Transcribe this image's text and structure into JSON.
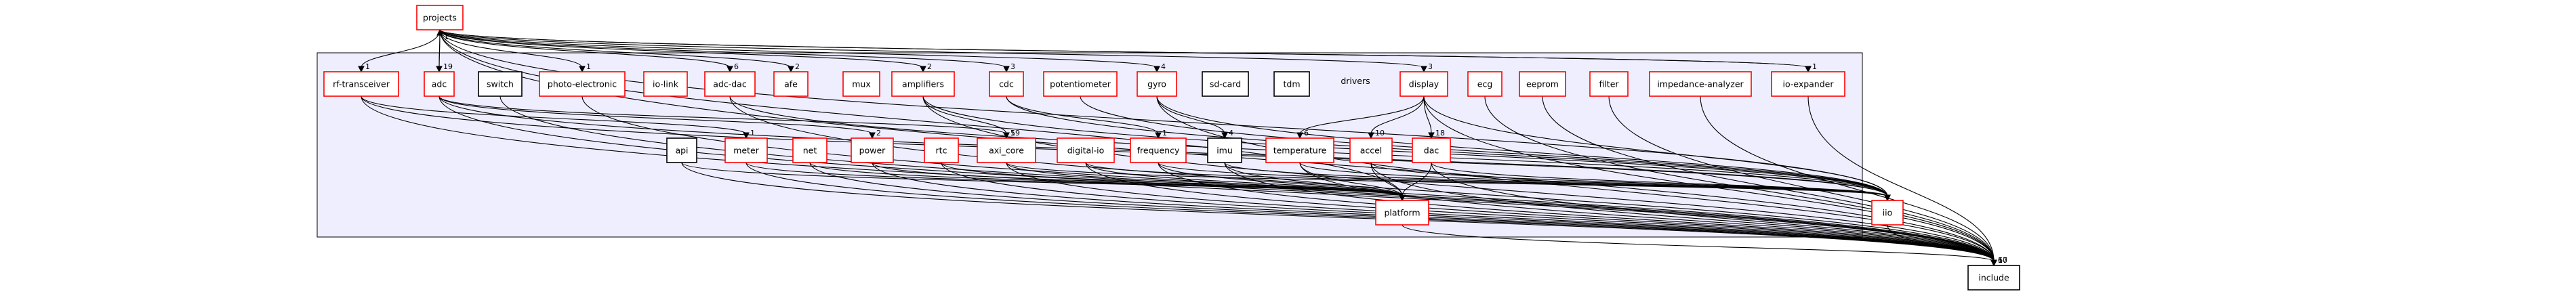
{
  "colors": {
    "background": "#ffffff",
    "cluster_fill": "#eeeeff",
    "node_fill": "#ffffff",
    "node_border_red": "#ff0000",
    "node_border_black": "#000000",
    "cluster_label_drivers": "#000000",
    "edge": "#000000"
  },
  "cluster": {
    "label": "drivers"
  },
  "nodes": [
    {
      "id": "projects",
      "label": "projects",
      "border": "red"
    },
    {
      "id": "rf-transceiver",
      "label": "rf-transceiver",
      "border": "red"
    },
    {
      "id": "adc",
      "label": "adc",
      "border": "red"
    },
    {
      "id": "switch",
      "label": "switch",
      "border": "black"
    },
    {
      "id": "photo-electronic",
      "label": "photo-electronic",
      "border": "red"
    },
    {
      "id": "io-link",
      "label": "io-link",
      "border": "red"
    },
    {
      "id": "adc-dac",
      "label": "adc-dac",
      "border": "red"
    },
    {
      "id": "afe",
      "label": "afe",
      "border": "red"
    },
    {
      "id": "mux",
      "label": "mux",
      "border": "red"
    },
    {
      "id": "amplifiers",
      "label": "amplifiers",
      "border": "red"
    },
    {
      "id": "cdc",
      "label": "cdc",
      "border": "red"
    },
    {
      "id": "potentiometer",
      "label": "potentiometer",
      "border": "red"
    },
    {
      "id": "gyro",
      "label": "gyro",
      "border": "red"
    },
    {
      "id": "sd-card",
      "label": "sd-card",
      "border": "black"
    },
    {
      "id": "tdm",
      "label": "tdm",
      "border": "black"
    },
    {
      "id": "display",
      "label": "display",
      "border": "red"
    },
    {
      "id": "ecg",
      "label": "ecg",
      "border": "red"
    },
    {
      "id": "eeprom",
      "label": "eeprom",
      "border": "red"
    },
    {
      "id": "filter",
      "label": "filter",
      "border": "red"
    },
    {
      "id": "impedance-analyzer",
      "label": "impedance-analyzer",
      "border": "red"
    },
    {
      "id": "io-expander",
      "label": "io-expander",
      "border": "red"
    },
    {
      "id": "api",
      "label": "api",
      "border": "black"
    },
    {
      "id": "meter",
      "label": "meter",
      "border": "red"
    },
    {
      "id": "net",
      "label": "net",
      "border": "red"
    },
    {
      "id": "power",
      "label": "power",
      "border": "red"
    },
    {
      "id": "rtc",
      "label": "rtc",
      "border": "red"
    },
    {
      "id": "axi_core",
      "label": "axi_core",
      "border": "red"
    },
    {
      "id": "digital-io",
      "label": "digital-io",
      "border": "red"
    },
    {
      "id": "frequency",
      "label": "frequency",
      "border": "red"
    },
    {
      "id": "imu",
      "label": "imu",
      "border": "black"
    },
    {
      "id": "temperature",
      "label": "temperature",
      "border": "red"
    },
    {
      "id": "accel",
      "label": "accel",
      "border": "red"
    },
    {
      "id": "dac",
      "label": "dac",
      "border": "red"
    },
    {
      "id": "platform",
      "label": "platform",
      "border": "red"
    },
    {
      "id": "iio",
      "label": "iio",
      "border": "red"
    },
    {
      "id": "include",
      "label": "include",
      "border": "black"
    }
  ],
  "edges": [
    {
      "from": "projects",
      "to": "rf-transceiver",
      "count": "1"
    },
    {
      "from": "projects",
      "to": "adc",
      "count": "19"
    },
    {
      "from": "adc",
      "to": "projects",
      "count": "1"
    },
    {
      "from": "projects",
      "to": "photo-electronic",
      "count": "1"
    },
    {
      "from": "projects",
      "to": "adc-dac",
      "count": "6"
    },
    {
      "from": "projects",
      "to": "afe",
      "count": "2"
    },
    {
      "from": "projects",
      "to": "amplifiers",
      "count": "2"
    },
    {
      "from": "projects",
      "to": "cdc",
      "count": "3"
    },
    {
      "from": "projects",
      "to": "gyro",
      "count": "4"
    },
    {
      "from": "projects",
      "to": "display",
      "count": "3"
    },
    {
      "from": "projects",
      "to": "io-expander",
      "count": "1"
    },
    {
      "from": "projects",
      "to": "platform",
      "count": ""
    },
    {
      "from": "projects",
      "to": "iio",
      "count": ""
    },
    {
      "from": "projects",
      "to": "include",
      "count": ""
    },
    {
      "from": "rf-transceiver",
      "to": "meter",
      "count": "1"
    },
    {
      "from": "adc",
      "to": "axi_core",
      "count": "19"
    },
    {
      "from": "adc",
      "to": "power",
      "count": "2"
    },
    {
      "from": "amplifiers",
      "to": "axi_core",
      "count": "5"
    },
    {
      "from": "cdc",
      "to": "frequency",
      "count": "1"
    },
    {
      "from": "gyro",
      "to": "imu",
      "count": "4"
    },
    {
      "from": "display",
      "to": "temperature",
      "count": "6"
    },
    {
      "from": "display",
      "to": "accel",
      "count": "10"
    },
    {
      "from": "display",
      "to": "dac",
      "count": "18"
    },
    {
      "from": "api",
      "to": "platform",
      "count": ""
    },
    {
      "from": "meter",
      "to": "platform",
      "count": ""
    },
    {
      "from": "net",
      "to": "platform",
      "count": ""
    },
    {
      "from": "power",
      "to": "platform",
      "count": ""
    },
    {
      "from": "rtc",
      "to": "platform",
      "count": ""
    },
    {
      "from": "axi_core",
      "to": "platform",
      "count": ""
    },
    {
      "from": "digital-io",
      "to": "platform",
      "count": ""
    },
    {
      "from": "frequency",
      "to": "platform",
      "count": ""
    },
    {
      "from": "imu",
      "to": "platform",
      "count": ""
    },
    {
      "from": "temperature",
      "to": "platform",
      "count": ""
    },
    {
      "from": "accel",
      "to": "platform",
      "count": ""
    },
    {
      "from": "dac",
      "to": "platform",
      "count": ""
    },
    {
      "from": "temperature",
      "to": "iio",
      "count": ""
    },
    {
      "from": "accel",
      "to": "iio",
      "count": ""
    },
    {
      "from": "dac",
      "to": "iio",
      "count": ""
    },
    {
      "from": "imu",
      "to": "iio",
      "count": ""
    },
    {
      "from": "frequency",
      "to": "iio",
      "count": ""
    },
    {
      "from": "digital-io",
      "to": "iio",
      "count": ""
    },
    {
      "from": "axi_core",
      "to": "iio",
      "count": ""
    },
    {
      "from": "rf-transceiver",
      "to": "iio",
      "count": ""
    },
    {
      "from": "adc",
      "to": "iio",
      "count": ""
    },
    {
      "from": "adc-dac",
      "to": "iio",
      "count": ""
    },
    {
      "from": "amplifiers",
      "to": "iio",
      "count": ""
    },
    {
      "from": "cdc",
      "to": "iio",
      "count": ""
    },
    {
      "from": "gyro",
      "to": "iio",
      "count": ""
    },
    {
      "from": "display",
      "to": "iio",
      "count": ""
    },
    {
      "from": "potentiometer",
      "to": "iio",
      "count": ""
    },
    {
      "from": "platform",
      "to": "include",
      "count": "10"
    },
    {
      "from": "iio",
      "to": "include",
      "count": "17"
    },
    {
      "from": "api",
      "to": "include",
      "count": ""
    },
    {
      "from": "meter",
      "to": "include",
      "count": ""
    },
    {
      "from": "net",
      "to": "include",
      "count": ""
    },
    {
      "from": "power",
      "to": "include",
      "count": ""
    },
    {
      "from": "rtc",
      "to": "include",
      "count": ""
    },
    {
      "from": "axi_core",
      "to": "include",
      "count": ""
    },
    {
      "from": "digital-io",
      "to": "include",
      "count": ""
    },
    {
      "from": "frequency",
      "to": "include",
      "count": ""
    },
    {
      "from": "imu",
      "to": "include",
      "count": ""
    },
    {
      "from": "temperature",
      "to": "include",
      "count": ""
    },
    {
      "from": "accel",
      "to": "include",
      "count": ""
    },
    {
      "from": "dac",
      "to": "include",
      "count": ""
    },
    {
      "from": "io-expander",
      "to": "include",
      "count": "6"
    },
    {
      "from": "display",
      "to": "include",
      "count": "6"
    },
    {
      "from": "rf-transceiver",
      "to": "include",
      "count": ""
    },
    {
      "from": "adc",
      "to": "include",
      "count": ""
    },
    {
      "from": "switch",
      "to": "include",
      "count": ""
    },
    {
      "from": "photo-electronic",
      "to": "include",
      "count": ""
    },
    {
      "from": "adc-dac",
      "to": "include",
      "count": ""
    },
    {
      "from": "amplifiers",
      "to": "include",
      "count": ""
    },
    {
      "from": "gyro",
      "to": "include",
      "count": ""
    },
    {
      "from": "filter",
      "to": "include",
      "count": ""
    },
    {
      "from": "impedance-analyzer",
      "to": "include",
      "count": ""
    },
    {
      "from": "eeprom",
      "to": "include",
      "count": ""
    },
    {
      "from": "ecg",
      "to": "include",
      "count": ""
    },
    {
      "from": "projects",
      "to": "io-expander",
      "count": ""
    }
  ]
}
